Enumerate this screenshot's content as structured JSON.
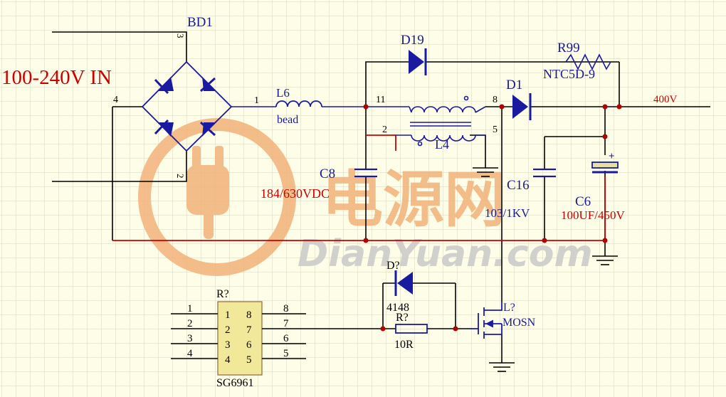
{
  "watermark": {
    "cn_text": "电源网",
    "site_text": "DianYuan.com",
    "color_orange": "#f2b27a",
    "color_grey": "#c9c9c9"
  },
  "colors": {
    "wire_blue": "#1a1aa0",
    "wire_red": "#cc0000",
    "wire_black": "#000000",
    "label_red": "#cc0000",
    "label_blue": "#1a1a90",
    "node": "#b00000",
    "comp_fill": "#e8e0a0"
  },
  "labels": {
    "input_voltage": "100-240V IN",
    "bd1": "BD1",
    "bd1_pin3": "3",
    "bd1_pin4": "4",
    "bd1_pin2": "2",
    "bd1_pin1": "1",
    "l6": "L6",
    "l6_value": "bead",
    "d19": "D19",
    "r99": "R99",
    "r99_value": "NTC5D-9",
    "d1": "D1",
    "out_voltage": "400V",
    "l4_pin11": "11",
    "l4_pin2": "2",
    "l4_pin8": "8",
    "l4_pin5": "5",
    "l4": "L4",
    "c8": "C8",
    "c8_value": "184/630VDC",
    "c16": "C16",
    "c16_value": "103/1KV",
    "c6": "C6",
    "c6_value": "100UF/450V",
    "c6_plus": "+",
    "d_q": "D?",
    "d_value": "4148",
    "r_q_top": "R?",
    "r_gate": "R?",
    "r_gate_value": "10R",
    "mosfet": "L?",
    "mosfet_value": "MOSN",
    "ic_ref": "R?",
    "ic_name": "SG6961",
    "ic_pins_left": [
      "1",
      "2",
      "3",
      "4"
    ],
    "ic_pins_right": [
      "8",
      "7",
      "6",
      "5"
    ],
    "ic_inner_left": [
      "1",
      "2",
      "3",
      "4"
    ],
    "ic_inner_right": [
      "8",
      "7",
      "6",
      "5"
    ]
  }
}
